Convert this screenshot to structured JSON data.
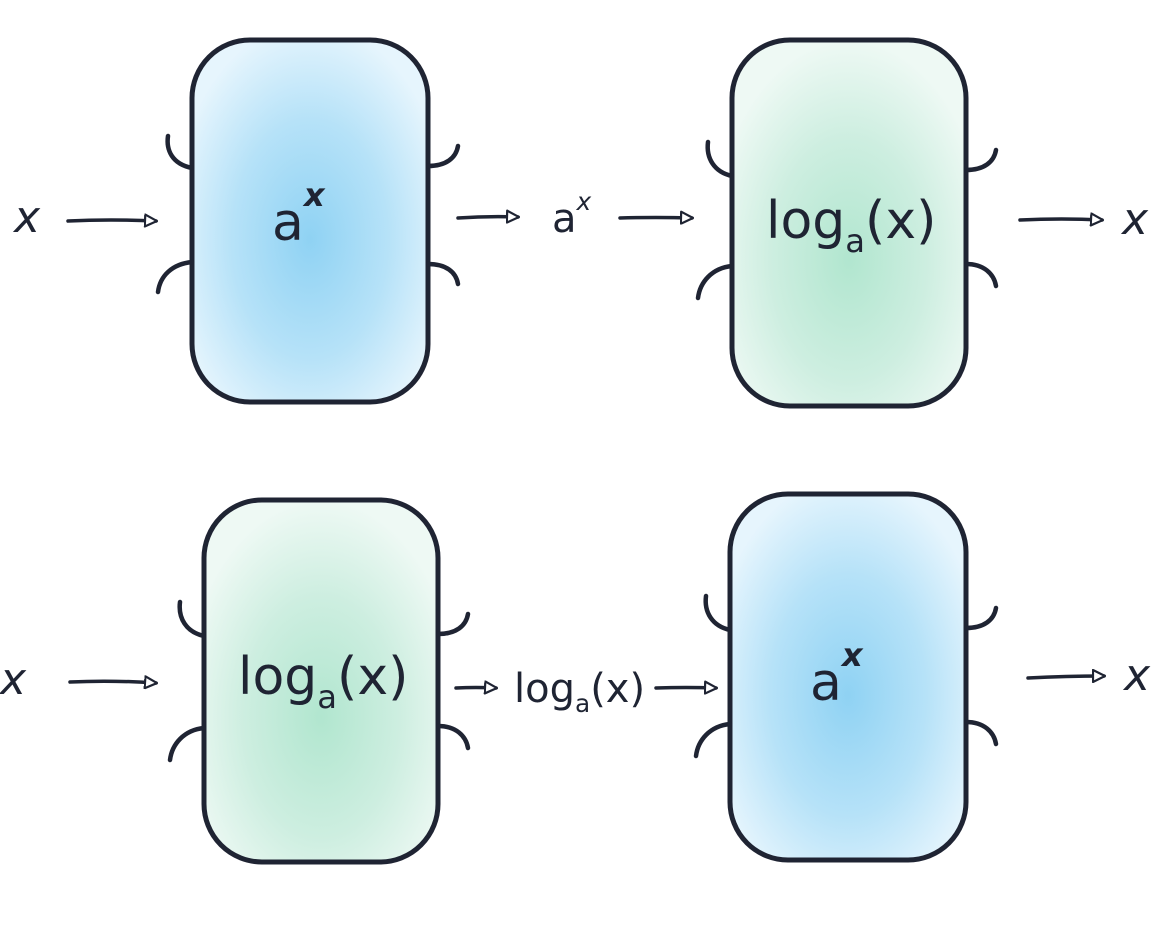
{
  "colors": {
    "ink": "#1f2433",
    "exp_box_fill": "#bfe6fb",
    "exp_box_core": "#8fd2f3",
    "log_box_fill": "#d2f1e5",
    "log_box_core": "#b1e6cf",
    "background": "#ffffff"
  },
  "rows": [
    {
      "input": "x",
      "box1": {
        "kind": "exp",
        "base": "a",
        "exponent": "x"
      },
      "middle": {
        "kind": "exp",
        "base": "a",
        "exponent": "x"
      },
      "box2": {
        "kind": "log",
        "fn": "log",
        "sub": "a",
        "arg": "(x)"
      },
      "output": "x"
    },
    {
      "input": "x",
      "box1": {
        "kind": "log",
        "fn": "log",
        "sub": "a",
        "arg": "(x)"
      },
      "middle": {
        "kind": "log",
        "fn": "log",
        "sub": "a",
        "arg": "(x)"
      },
      "box2": {
        "kind": "exp",
        "base": "a",
        "exponent": "x"
      },
      "output": "x"
    }
  ]
}
